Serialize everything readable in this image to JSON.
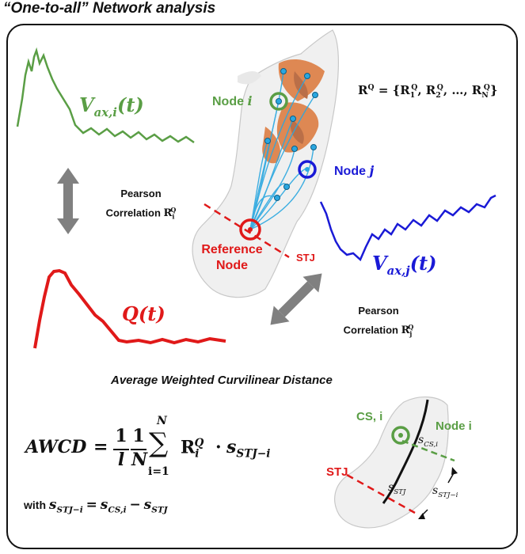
{
  "title": "“One-to-all” Network analysis",
  "colors": {
    "green": "#5a9e45",
    "blue": "#1a1ad6",
    "red": "#e01919",
    "gray": "#808080",
    "vessel": "#f0f0f0",
    "flow": "#d9661f",
    "network": "#2aa7e0"
  },
  "signals": {
    "vax_i": {
      "symbol": "V",
      "sub": "ax,i",
      "arg": "(t)"
    },
    "vax_j": {
      "symbol": "V",
      "sub": "ax,j",
      "arg": "(t)"
    },
    "q": {
      "text": "Q(t)"
    }
  },
  "correlation_left": {
    "line1": "Pearson",
    "line2": "Correlation",
    "symbol": "R",
    "sub": "i",
    "sup": "Q"
  },
  "correlation_right": {
    "line1": "Pearson",
    "line2": "Correlation",
    "symbol": "R",
    "sub": "j",
    "sup": "Q"
  },
  "set_formula": {
    "lhs": "R",
    "lhs_sup": "Q",
    "eq": "=",
    "open": "{",
    "r1": "R",
    "r1_sub": "1",
    "r1_sup": "Q",
    "r2": "R",
    "r2_sub": "2",
    "r2_sup": "Q",
    "dots": "…",
    "rn": "R",
    "rn_sub": "N",
    "rn_sup": "Q",
    "close": "}"
  },
  "nodes": {
    "node_i": {
      "prefix": "Node",
      "index": "i"
    },
    "node_j": {
      "prefix": "Node",
      "index": "j"
    },
    "reference": {
      "line1": "Reference",
      "line2": "Node"
    }
  },
  "stj_label": "STJ",
  "awcd_heading": "Average Weighted Curvilinear Distance",
  "awcd_formula": {
    "lhs": "AWCD",
    "eq": "=",
    "frac1_num": "1",
    "frac1_den": "l",
    "frac2_num": "1",
    "frac2_den": "N",
    "sum_upper": "N",
    "sum_symbol": "∑",
    "sum_lower": "i=1",
    "term": "R",
    "term_sub": "i",
    "term_sup": "Q",
    "dot": "·",
    "s": "s",
    "s_sub": "STJ−i"
  },
  "with_formula": {
    "word": "with",
    "s": "s",
    "s_sub": "STJ−i",
    "eq": "=",
    "s1": "s",
    "s1_sub": "CS,i",
    "minus": "−",
    "s2": "s",
    "s2_sub": "STJ"
  },
  "inset": {
    "cs_label": "CS, i",
    "node_label": "Node i",
    "stj_label": "STJ",
    "s_cs": {
      "s": "s",
      "sub": "CS,i"
    },
    "s_stj": {
      "s": "s",
      "sub": "STJ"
    },
    "s_stj_i": {
      "s": "s",
      "sub": "STJ−i"
    }
  }
}
